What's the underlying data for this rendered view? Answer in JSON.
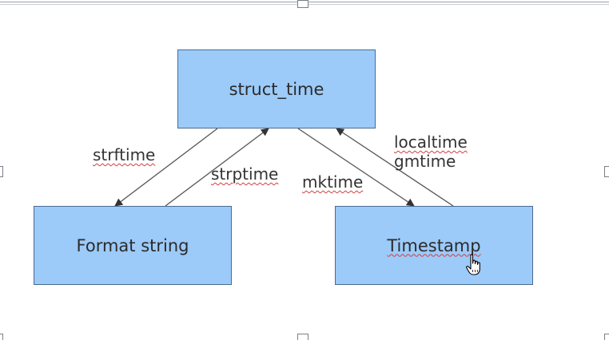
{
  "diagram": {
    "nodes": {
      "top": {
        "label": "struct_time"
      },
      "left": {
        "label": "Format string"
      },
      "right": {
        "label": "Timestamp"
      }
    },
    "edges": {
      "top_to_left": {
        "label": "strftime"
      },
      "left_to_top": {
        "label": "strptime"
      },
      "top_to_right": {
        "label": "mktime"
      },
      "right_to_top": {
        "label_line1": "localtime",
        "label_line2": "gmtime"
      }
    }
  },
  "colors": {
    "box_fill": "#9ccaf9",
    "box_border": "#4a6b8f",
    "arrow": "#555555",
    "spellcheck_underline": "#d04040"
  },
  "icons": {
    "cursor": "hand-pointer-icon"
  }
}
